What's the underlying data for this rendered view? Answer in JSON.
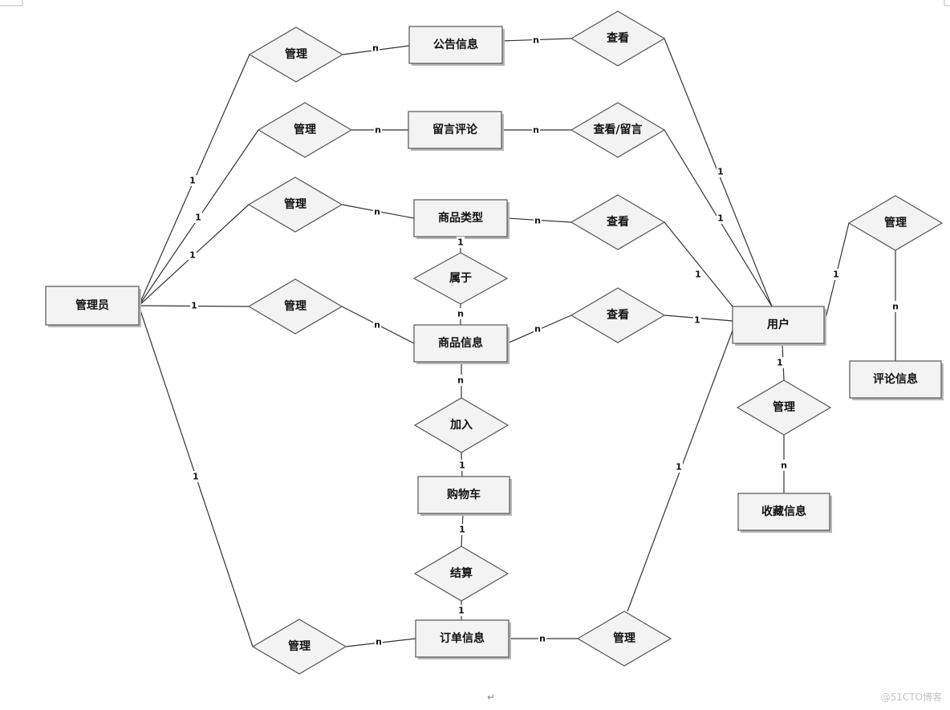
{
  "entities": [
    {
      "id": "admin",
      "label": "管理员"
    },
    {
      "id": "notice",
      "label": "公告信息"
    },
    {
      "id": "msg",
      "label": "留言评论"
    },
    {
      "id": "ptype",
      "label": "商品类型"
    },
    {
      "id": "pinfo",
      "label": "商品信息"
    },
    {
      "id": "cart",
      "label": "购物车"
    },
    {
      "id": "order",
      "label": "订单信息"
    },
    {
      "id": "user",
      "label": "用户"
    },
    {
      "id": "review",
      "label": "评论信息"
    },
    {
      "id": "fav",
      "label": "收藏信息"
    }
  ],
  "relationships": [
    {
      "id": "r_admin_notice",
      "label": "管理"
    },
    {
      "id": "r_admin_msg",
      "label": "管理"
    },
    {
      "id": "r_admin_ptype",
      "label": "管理"
    },
    {
      "id": "r_admin_pinfo",
      "label": "管理"
    },
    {
      "id": "r_admin_order",
      "label": "管理"
    },
    {
      "id": "r_user_notice",
      "label": "查看"
    },
    {
      "id": "r_user_msg",
      "label": "查看/留言"
    },
    {
      "id": "r_user_ptype",
      "label": "查看"
    },
    {
      "id": "r_user_pinfo",
      "label": "查看"
    },
    {
      "id": "r_ptype_pinfo",
      "label": "属于"
    },
    {
      "id": "r_pinfo_cart",
      "label": "加入"
    },
    {
      "id": "r_cart_order",
      "label": "结算"
    },
    {
      "id": "r_user_order",
      "label": "管理"
    },
    {
      "id": "r_user_review",
      "label": "管理"
    },
    {
      "id": "r_user_fav",
      "label": "管理"
    }
  ],
  "connections": [
    {
      "from": "admin",
      "to": "r_admin_notice",
      "card": "1"
    },
    {
      "from": "r_admin_notice",
      "to": "notice",
      "card": "n"
    },
    {
      "from": "admin",
      "to": "r_admin_msg",
      "card": "1"
    },
    {
      "from": "r_admin_msg",
      "to": "msg",
      "card": "n"
    },
    {
      "from": "admin",
      "to": "r_admin_ptype",
      "card": "1"
    },
    {
      "from": "r_admin_ptype",
      "to": "ptype",
      "card": "n"
    },
    {
      "from": "admin",
      "to": "r_admin_pinfo",
      "card": "1"
    },
    {
      "from": "r_admin_pinfo",
      "to": "pinfo",
      "card": "n"
    },
    {
      "from": "admin",
      "to": "r_admin_order",
      "card": "1"
    },
    {
      "from": "r_admin_order",
      "to": "order",
      "card": "n"
    },
    {
      "from": "notice",
      "to": "r_user_notice",
      "card": "n"
    },
    {
      "from": "r_user_notice",
      "to": "user",
      "card": "1"
    },
    {
      "from": "msg",
      "to": "r_user_msg",
      "card": "n"
    },
    {
      "from": "r_user_msg",
      "to": "user",
      "card": "1"
    },
    {
      "from": "ptype",
      "to": "r_user_ptype",
      "card": "n"
    },
    {
      "from": "r_user_ptype",
      "to": "user",
      "card": "1"
    },
    {
      "from": "pinfo",
      "to": "r_user_pinfo",
      "card": "n"
    },
    {
      "from": "r_user_pinfo",
      "to": "user",
      "card": "1"
    },
    {
      "from": "ptype",
      "to": "r_ptype_pinfo",
      "card": "1"
    },
    {
      "from": "r_ptype_pinfo",
      "to": "pinfo",
      "card": "n"
    },
    {
      "from": "pinfo",
      "to": "r_pinfo_cart",
      "card": "n"
    },
    {
      "from": "r_pinfo_cart",
      "to": "cart",
      "card": "1"
    },
    {
      "from": "cart",
      "to": "r_cart_order",
      "card": "1"
    },
    {
      "from": "r_cart_order",
      "to": "order",
      "card": "1"
    },
    {
      "from": "order",
      "to": "r_user_order",
      "card": "n"
    },
    {
      "from": "r_user_order",
      "to": "user",
      "card": "1"
    },
    {
      "from": "user",
      "to": "r_user_review",
      "card": "1"
    },
    {
      "from": "r_user_review",
      "to": "review",
      "card": "n"
    },
    {
      "from": "user",
      "to": "r_user_fav",
      "card": "1"
    },
    {
      "from": "r_user_fav",
      "to": "fav",
      "card": "n"
    }
  ],
  "footer": {
    "return_mark": "↵",
    "watermark": "@51CTO博客"
  }
}
